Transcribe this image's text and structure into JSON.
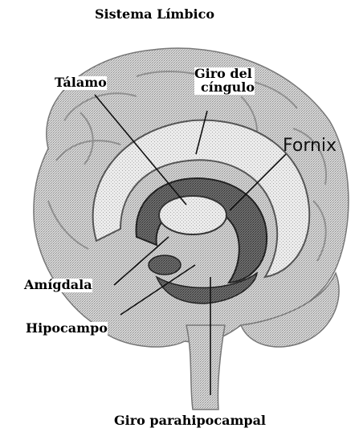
{
  "title": "Sistema Límbico",
  "labels": {
    "talamo": "Tálamo",
    "giro_cingulo_line1": "Giro del",
    "giro_cingulo_line2": "cíngulo",
    "fornix": "Fornix",
    "amigdala": "Amígdala",
    "hipocampo": "Hipocampo",
    "giro_parahipocampal": "Giro parahipocampal"
  }
}
